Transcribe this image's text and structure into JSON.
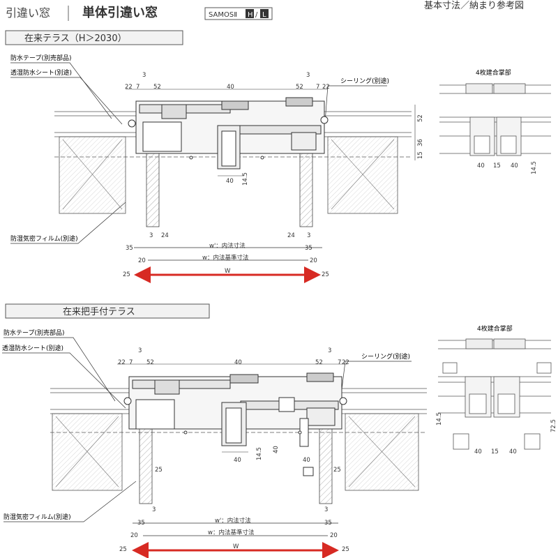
{
  "header": {
    "category": "引違い窓",
    "title": "単体引違い窓",
    "product_badge": "SAMOSⅡ",
    "badge_h": "H",
    "badge_l": "L",
    "doc_type": "基本寸法／納まり参考図"
  },
  "sections": [
    {
      "tab_label": "在来テラス（H＞2030）",
      "callouts": {
        "waterproof_tape": "防水テープ(別売部品)",
        "breathable_sheet": "透湿防水シート(別途)",
        "sealing": "シーリング(別途)",
        "moisture_film": "防湿気密フィルム(別途)"
      },
      "detail_title": "4枚建合掌部",
      "dims": {
        "top": [
          "3",
          "22",
          "7",
          "52",
          "40",
          "3",
          "52",
          "7",
          "22"
        ],
        "right": [
          "52",
          "36",
          "15"
        ],
        "mid": [
          "40",
          "14.5"
        ],
        "bottom_small": [
          "3",
          "24",
          "24",
          "3"
        ],
        "row1_l": "35",
        "row1_label": "w'：内法寸法",
        "row1_r": "35",
        "row2_l": "20",
        "row2_label": "w：内法基準寸法",
        "row2_r": "20",
        "row3_l": "25",
        "row3_label": "W",
        "row3_r": "25",
        "detail": [
          "40",
          "15",
          "40",
          "14.5"
        ]
      }
    },
    {
      "tab_label": "在来把手付テラス",
      "callouts": {
        "waterproof_tape": "防水テープ(別売部品)",
        "breathable_sheet": "透湿防水シート(別途)",
        "sealing": "シーリング(別途)",
        "moisture_film": "防湿気密フィルム(別途)"
      },
      "detail_title": "4枚建合掌部",
      "dims": {
        "top": [
          "3",
          "22",
          "7",
          "52",
          "40",
          "3",
          "52",
          "7",
          "22"
        ],
        "mid": [
          "40",
          "14.5",
          "40",
          "40"
        ],
        "bottom_small": [
          "25",
          "25"
        ],
        "row0_l": "3",
        "row0_r": "3",
        "row1_l": "35",
        "row1_label": "w'：内法寸法",
        "row1_r": "35",
        "row2_l": "20",
        "row2_label": "w：内法基準寸法",
        "row2_r": "20",
        "row3_l": "25",
        "row3_label": "W",
        "row3_r": "25",
        "detail": [
          "14.5",
          "40",
          "15",
          "40",
          "72.5"
        ]
      }
    }
  ],
  "colors": {
    "line": "#333333",
    "accent_arrow": "#d72a23",
    "hatch": "#888888",
    "frame_fill": "#ececec"
  }
}
